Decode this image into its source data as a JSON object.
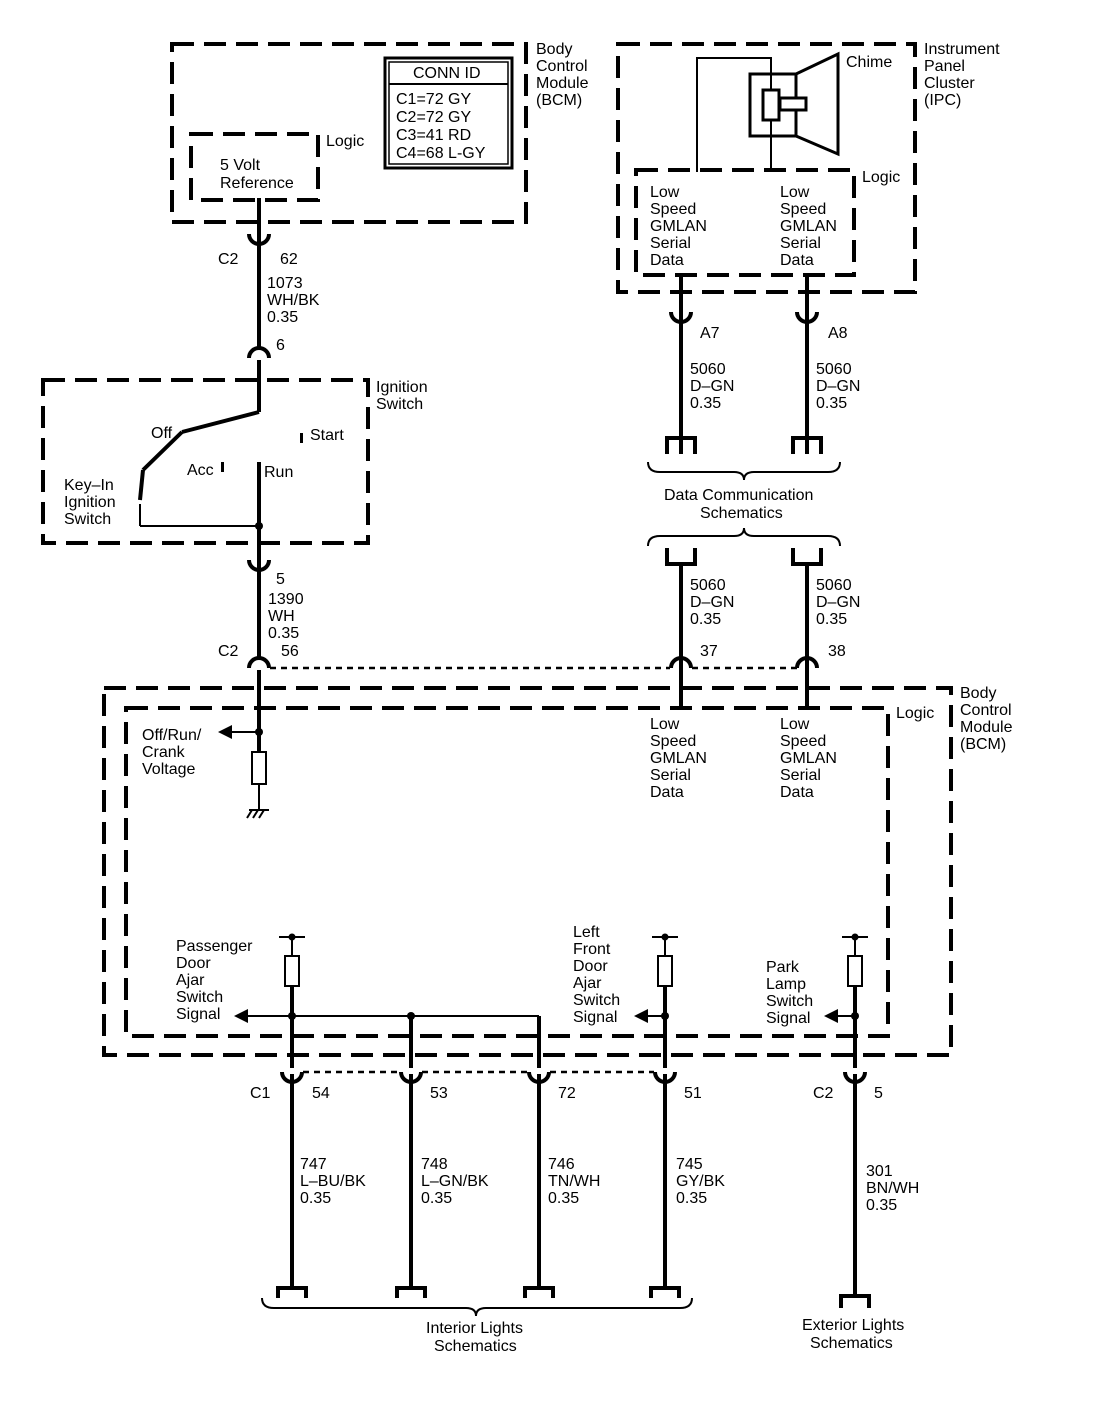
{
  "modules": {
    "bcm_top": {
      "label": [
        "Body",
        "Control",
        "Module",
        "(BCM)"
      ],
      "logic": "Logic",
      "ref": [
        "5 Volt",
        "Reference"
      ]
    },
    "ipc": {
      "label": [
        "Instrument",
        "Panel",
        "Cluster",
        "(IPC)"
      ],
      "chime": "Chime",
      "logic": "Logic",
      "data_left": [
        "Low",
        "Speed",
        "GMLAN",
        "Serial",
        "Data"
      ],
      "data_right": [
        "Low",
        "Speed",
        "GMLAN",
        "Serial",
        "Data"
      ]
    },
    "ignition": {
      "label": [
        "Ignition",
        "Switch"
      ],
      "off": "Off",
      "acc": "Acc",
      "run": "Run",
      "start": "Start",
      "keyin": [
        "Key–In",
        "Ignition",
        "Switch"
      ]
    },
    "bcm_bottom": {
      "label": [
        "Body",
        "Control",
        "Module",
        "(BCM)"
      ],
      "logic": "Logic",
      "voltage": [
        "Off/Run/",
        "Crank",
        "Voltage"
      ],
      "data_left": [
        "Low",
        "Speed",
        "GMLAN",
        "Serial",
        "Data"
      ],
      "data_right": [
        "Low",
        "Speed",
        "GMLAN",
        "Serial",
        "Data"
      ],
      "passenger": [
        "Passenger",
        "Door",
        "Ajar",
        "Switch",
        "Signal"
      ],
      "left_front": [
        "Left",
        "Front",
        "Door",
        "Ajar",
        "Switch",
        "Signal"
      ],
      "park": [
        "Park",
        "Lamp",
        "Switch",
        "Signal"
      ]
    }
  },
  "conn_table": {
    "title": "CONN ID",
    "rows": [
      "C1=72 GY",
      "C2=72 GY",
      "C3=41 RD",
      "C4=68 L-GY"
    ]
  },
  "connectors": {
    "c2_62": {
      "conn": "C2",
      "pin": "62"
    },
    "pin_6": {
      "pin": "6"
    },
    "pin_5": {
      "pin": "5"
    },
    "c2_56": {
      "conn": "C2",
      "pin": "56"
    },
    "a7": {
      "pin": "A7"
    },
    "a8": {
      "pin": "A8"
    },
    "p37": {
      "pin": "37"
    },
    "p38": {
      "pin": "38"
    },
    "c1_54": {
      "conn": "C1",
      "pin": "54"
    },
    "p53": {
      "pin": "53"
    },
    "p72": {
      "pin": "72"
    },
    "p51": {
      "pin": "51"
    },
    "c2_5": {
      "conn": "C2",
      "pin": "5"
    }
  },
  "wires": {
    "w1073": [
      "1073",
      "WH/BK",
      "0.35"
    ],
    "w1390": [
      "1390",
      "WH",
      "0.35"
    ],
    "w5060_a": [
      "5060",
      "D–GN",
      "0.35"
    ],
    "w5060_b": [
      "5060",
      "D–GN",
      "0.35"
    ],
    "w5060_c": [
      "5060",
      "D–GN",
      "0.35"
    ],
    "w5060_d": [
      "5060",
      "D–GN",
      "0.35"
    ],
    "w747": [
      "747",
      "L–BU/BK",
      "0.35"
    ],
    "w748": [
      "748",
      "L–GN/BK",
      "0.35"
    ],
    "w746": [
      "746",
      "TN/WH",
      "0.35"
    ],
    "w745": [
      "745",
      "GY/BK",
      "0.35"
    ],
    "w301": [
      "301",
      "BN/WH",
      "0.35"
    ]
  },
  "references": {
    "data_comm": [
      "Data Communication",
      "Schematics"
    ],
    "interior": [
      "Interior Lights",
      "Schematics"
    ],
    "exterior": [
      "Exterior Lights",
      "Schematics"
    ]
  }
}
